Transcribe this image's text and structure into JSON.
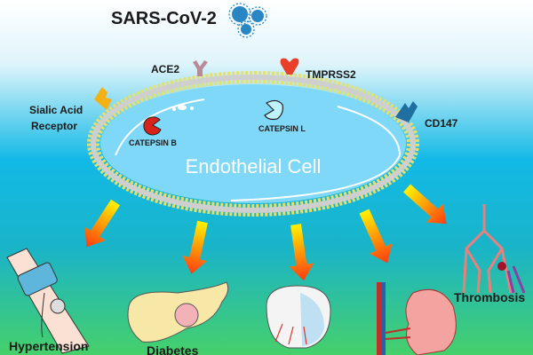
{
  "title": "SARS-CoV-2",
  "cell_label": "Endothelial Cell",
  "receptors": {
    "ace2": "ACE2",
    "tmprss2": "TMPRSS2",
    "sialic_line1": "Sialic Acid",
    "sialic_line2": "Receptor",
    "cd147": "CD147",
    "catepsin_b": "CATEPSIN B",
    "catepsin_l": "CATEPSIN L"
  },
  "outcomes": {
    "hypertension": "Hypertension",
    "diabetes": "Diabetes",
    "thrombosis": "Thrombosis"
  },
  "colors": {
    "sky_top": "#ffffff",
    "sky_mid": "#12b9e6",
    "ground": "#3fcf6e",
    "cell_fill": "#7fd8f7",
    "membrane_dot": "#e8df6a",
    "arrow_start": "#fff200",
    "arrow_end": "#ff3b10"
  }
}
